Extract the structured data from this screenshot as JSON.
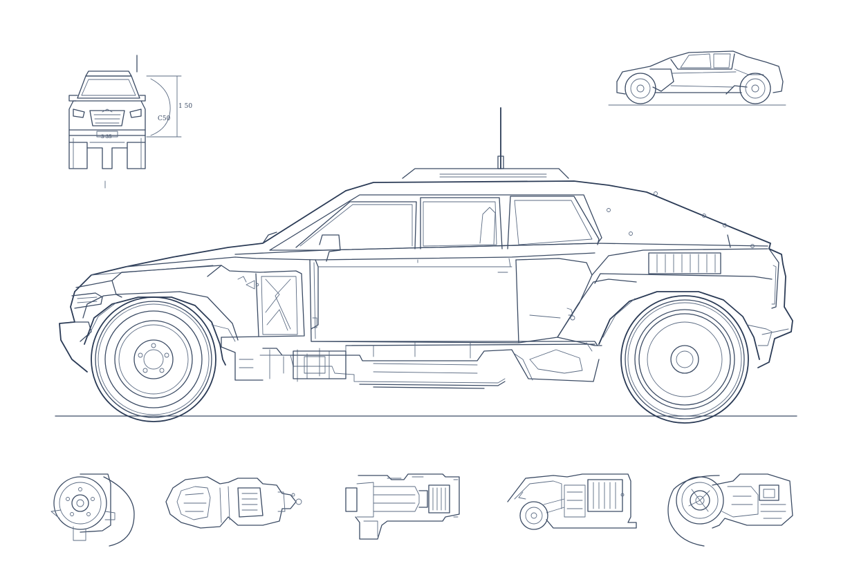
{
  "front_view": {
    "dimension_label_height": "1 50",
    "dimension_label_radius": "C50",
    "plate_text": "3-35"
  },
  "colors": {
    "line": "#3a4a63",
    "background": "#ffffff"
  },
  "icons": {
    "main": "suv-side-view-icon",
    "front": "suv-front-view-icon",
    "three_quarter": "suv-three-quarter-view-icon",
    "details": [
      "wheel-hub-detail-icon",
      "engine-block-detail-icon",
      "drivetrain-detail-icon",
      "rear-axle-detail-icon",
      "hub-motor-detail-icon"
    ]
  }
}
